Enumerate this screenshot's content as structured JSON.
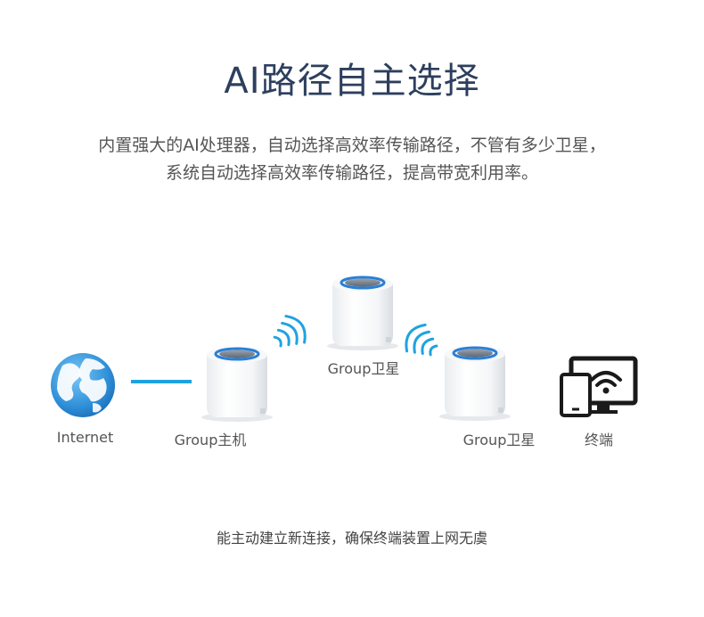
{
  "title": "AI路径自主选择",
  "description": {
    "line1": "内置强大的AI处理器，自动选择高效率传输路径，不管有多少卫星，",
    "line2": "系统自动选择高效率传输路径，提高带宽利用率。"
  },
  "nodes": {
    "internet": "Internet",
    "main_router": "Group主机",
    "satellite_top": "Group卫星",
    "satellite_right": "Group卫星",
    "terminal": "终端"
  },
  "icons": {
    "globe": "globe-icon",
    "router": "mesh-router-icon",
    "signal": "wifi-signal-icon",
    "devices": "monitor-tablet-wifi-icon"
  },
  "colors": {
    "title": "#2d3f5e",
    "accent_blue": "#1fa3e0",
    "globe_blue": "#2e8fd8",
    "router_ring": "#2a7fd6"
  },
  "footer": "能主动建立新连接，确保终端装置上网无虞"
}
